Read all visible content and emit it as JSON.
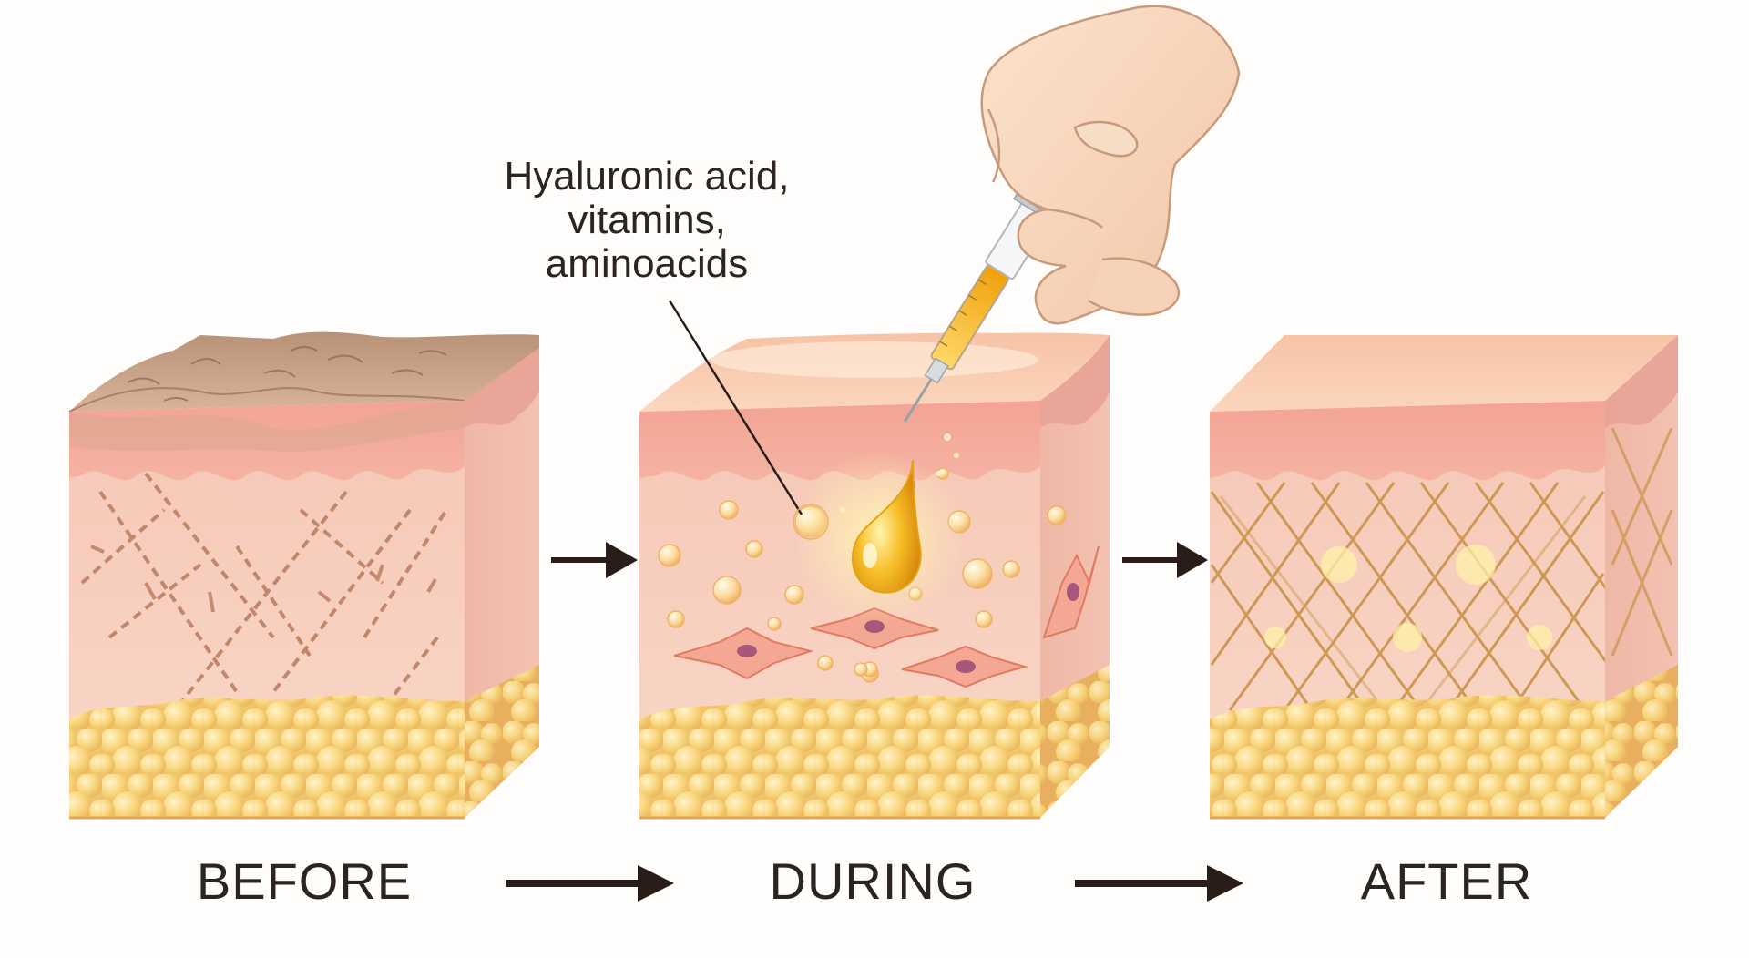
{
  "stages": [
    {
      "id": "before",
      "label": "BEFORE"
    },
    {
      "id": "during",
      "label": "DURING"
    },
    {
      "id": "after",
      "label": "AFTER"
    }
  ],
  "callout": {
    "lines": [
      "Hyaluronic acid,",
      "vitamins,",
      "aminoacids"
    ]
  },
  "colors": {
    "skin_surface_before": "#c9a48a",
    "epidermis": "#f2a696",
    "dermis": "#f7cfc0",
    "fat": "#f8d27c",
    "collagen_damaged": "#b97a5e",
    "collagen_healthy": "#c9934a",
    "serum": "#f5b820",
    "arrow": "#2a1d18"
  }
}
